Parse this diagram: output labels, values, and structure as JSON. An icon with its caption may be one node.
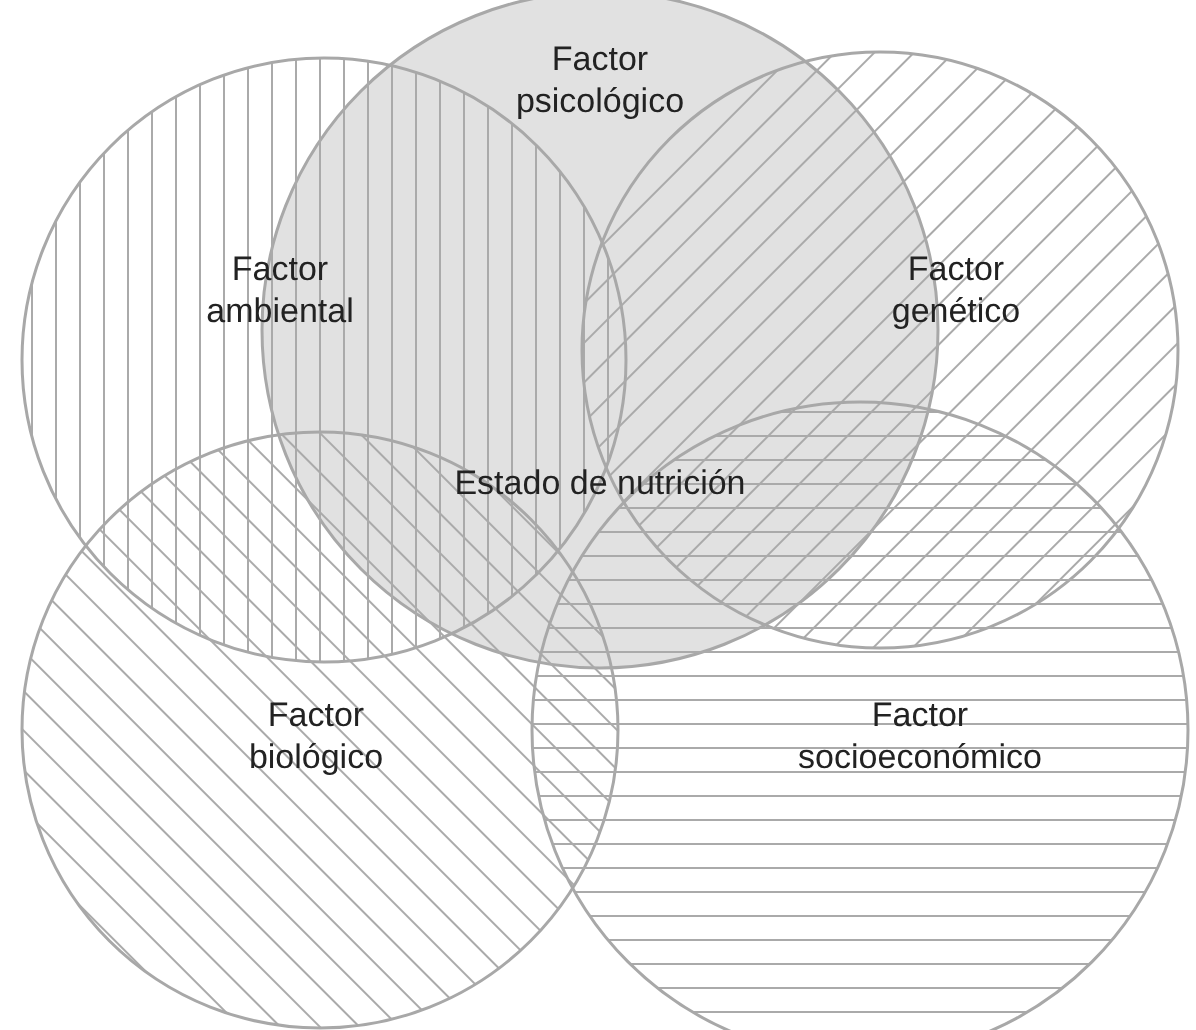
{
  "diagram": {
    "nodes": [
      {
        "text": [
          "Factor psicológico"
        ]
      },
      {
        "text": [
          "Factor ambiental"
        ]
      },
      {
        "text": [
          "Factor genético"
        ]
      },
      {
        "text": [
          "Factor biológico"
        ]
      },
      {
        "text": [
          "Factor socioeconómico"
        ]
      }
    ],
    "labels": [
      "Estado de nutrición"
    ]
  }
}
